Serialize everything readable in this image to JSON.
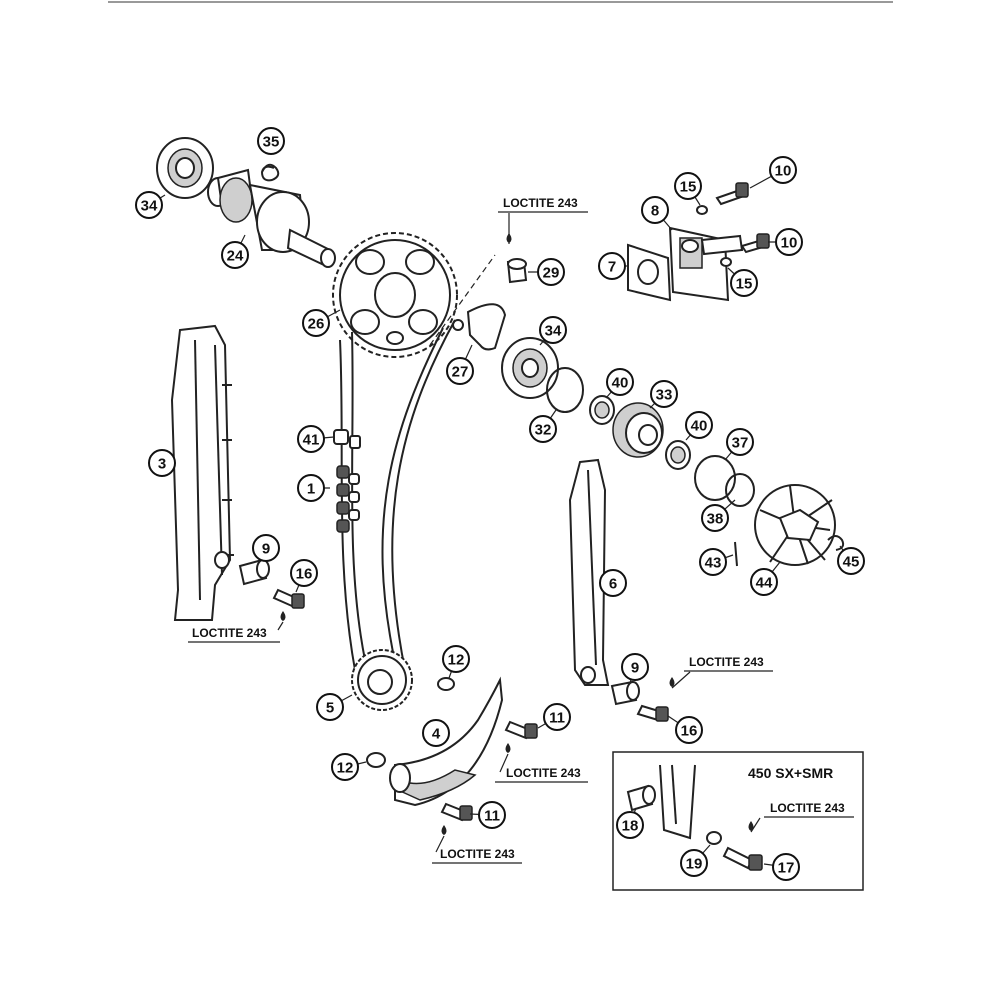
{
  "variant_box": {
    "label": "450 SX+SMR"
  },
  "loctite_label": "LOCTITE 243",
  "callouts": [
    {
      "id": "c35",
      "label": "35"
    },
    {
      "id": "c34a",
      "label": "34"
    },
    {
      "id": "c24",
      "label": "24"
    },
    {
      "id": "c26",
      "label": "26"
    },
    {
      "id": "c29",
      "label": "29"
    },
    {
      "id": "c27",
      "label": "27"
    },
    {
      "id": "c34b",
      "label": "34"
    },
    {
      "id": "c32",
      "label": "32"
    },
    {
      "id": "c40a",
      "label": "40"
    },
    {
      "id": "c33",
      "label": "33"
    },
    {
      "id": "c40b",
      "label": "40"
    },
    {
      "id": "c37",
      "label": "37"
    },
    {
      "id": "c38",
      "label": "38"
    },
    {
      "id": "c43",
      "label": "43"
    },
    {
      "id": "c44",
      "label": "44"
    },
    {
      "id": "c45",
      "label": "45"
    },
    {
      "id": "c10a",
      "label": "10"
    },
    {
      "id": "c15a",
      "label": "15"
    },
    {
      "id": "c8",
      "label": "8"
    },
    {
      "id": "c10b",
      "label": "10"
    },
    {
      "id": "c7",
      "label": "7"
    },
    {
      "id": "c15b",
      "label": "15"
    },
    {
      "id": "c3",
      "label": "3"
    },
    {
      "id": "c41",
      "label": "41"
    },
    {
      "id": "c1",
      "label": "1"
    },
    {
      "id": "c9a",
      "label": "9"
    },
    {
      "id": "c16a",
      "label": "16"
    },
    {
      "id": "c6",
      "label": "6"
    },
    {
      "id": "c9b",
      "label": "9"
    },
    {
      "id": "c16b",
      "label": "16"
    },
    {
      "id": "c12a",
      "label": "12"
    },
    {
      "id": "c5",
      "label": "5"
    },
    {
      "id": "c4",
      "label": "4"
    },
    {
      "id": "c11a",
      "label": "11"
    },
    {
      "id": "c12b",
      "label": "12"
    },
    {
      "id": "c11b",
      "label": "11"
    },
    {
      "id": "c18",
      "label": "18"
    },
    {
      "id": "c19",
      "label": "19"
    },
    {
      "id": "c17",
      "label": "17"
    }
  ],
  "loctite_notes": [
    {
      "id": "l29"
    },
    {
      "id": "l16a"
    },
    {
      "id": "l16b"
    },
    {
      "id": "l11a"
    },
    {
      "id": "l11b"
    },
    {
      "id": "l17"
    }
  ]
}
